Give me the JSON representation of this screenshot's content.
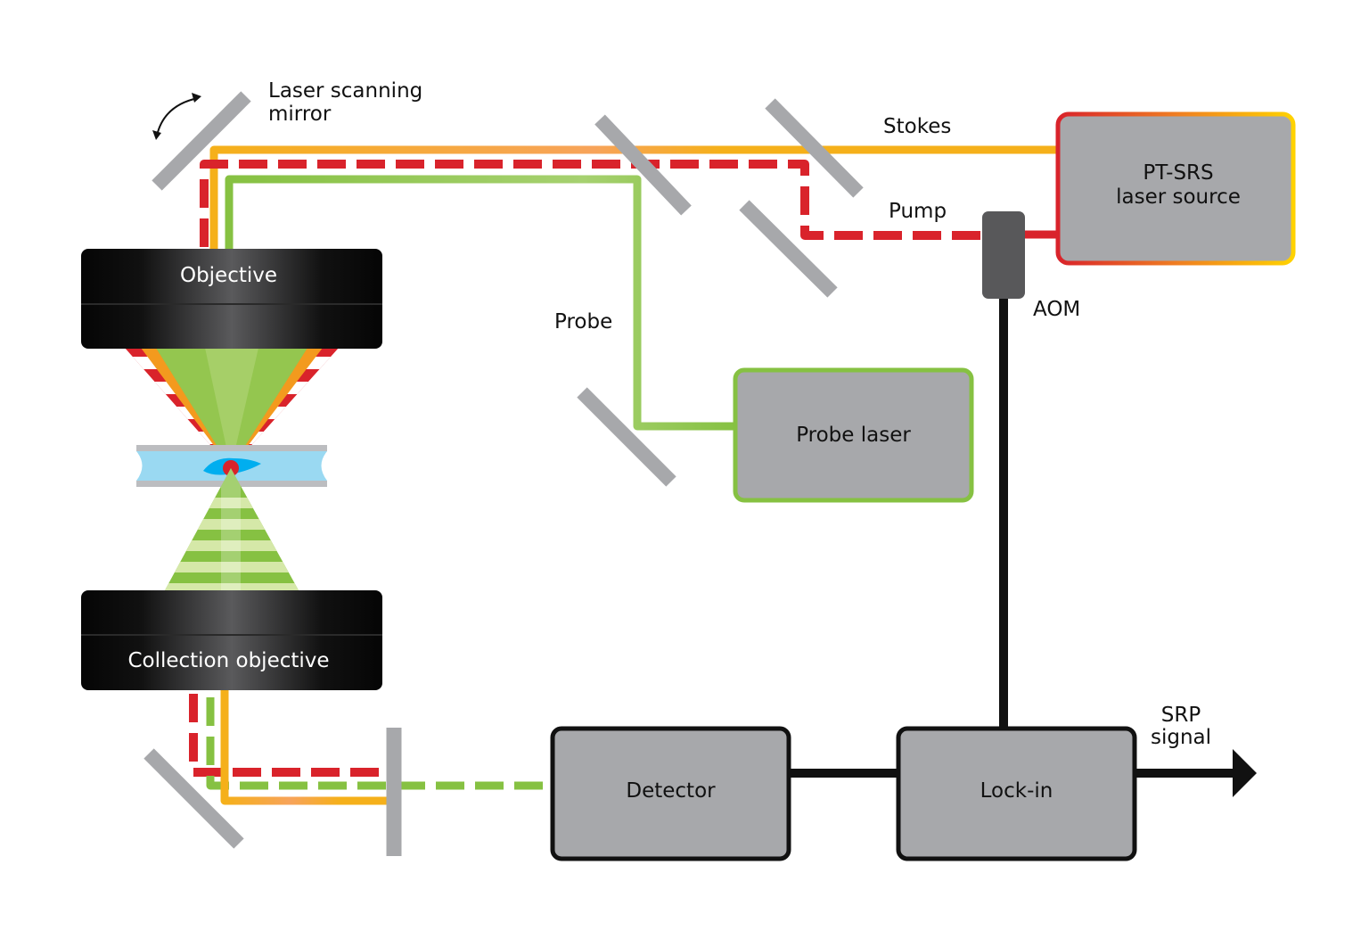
{
  "colors": {
    "stokes": "#f5b01a",
    "pump": "#d9232b",
    "probe": "#86c142",
    "probe_light": "#d5e8a8",
    "mirror": "#a7a8ab",
    "box_fill": "#a7a8ab",
    "box_border": "#111111",
    "aom_fill": "#58585a",
    "sample_fluid": "#9ad9f2",
    "sample_cell": "#00aeef",
    "focus_spot": "#d9232b",
    "signal_line": "#111111"
  },
  "labels": {
    "scanning_mirror": [
      "Laser scanning",
      "mirror"
    ],
    "stokes": "Stokes",
    "pump": "Pump",
    "probe": "Probe",
    "aom": "AOM",
    "srp_signal": [
      "SRP",
      "signal"
    ]
  },
  "components": {
    "laser_source": [
      "PT-SRS",
      "laser source"
    ],
    "probe_laser": "Probe laser",
    "objective": "Objective",
    "collection_objective": "Collection objective",
    "detector": "Detector",
    "lockin": "Lock-in"
  },
  "beams": [
    {
      "name": "Stokes",
      "style": "solid",
      "color_key": "stokes"
    },
    {
      "name": "Pump",
      "style": "dashed",
      "color_key": "pump"
    },
    {
      "name": "Probe",
      "style": "solid",
      "color_key": "probe"
    }
  ]
}
